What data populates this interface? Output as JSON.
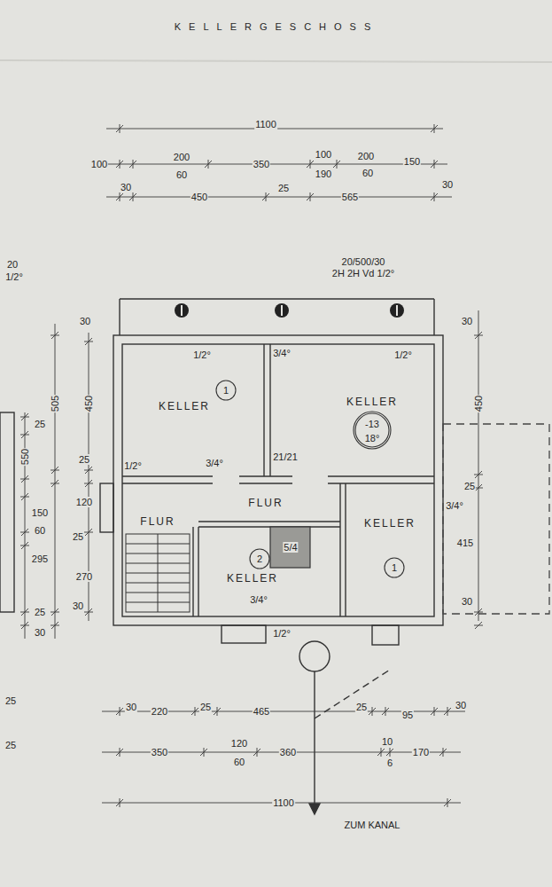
{
  "diagram": {
    "title": "KELLERGESCHOSS",
    "nodes": [
      {
        "text": [
          "KELLER"
        ]
      },
      {
        "text": [
          "KELLER"
        ]
      },
      {
        "text": [
          "FLUR"
        ]
      },
      {
        "text": [
          "FLUR"
        ]
      },
      {
        "text": [
          "KELLER"
        ]
      },
      {
        "text": [
          "KELLER"
        ]
      }
    ],
    "labels": [
      "1100",
      "100",
      "200",
      "60",
      "350",
      "100",
      "190",
      "200",
      "60",
      "150",
      "30",
      "450",
      "25",
      "565",
      "30",
      "20/500/30",
      "2H 2H Vd 1/2°",
      "20",
      "1/2°",
      "30",
      "505",
      "450",
      "25",
      "25",
      "550",
      "150",
      "120",
      "60",
      "25",
      "295",
      "270",
      "25",
      "30",
      "30",
      "25",
      "25",
      "30",
      "450",
      "25",
      "415",
      "30",
      "30",
      "220",
      "25",
      "465",
      "25",
      "95",
      "30",
      "350",
      "120",
      "60",
      "360",
      "10",
      "6",
      "170",
      "1100",
      "ZUM KANAL",
      "1",
      "-13",
      "18°",
      "2",
      "1",
      "5/4",
      "1/2°",
      "3/4°",
      "21/21",
      "3/4°",
      "1/2°",
      "3/4°",
      "1/2°",
      "1/2°",
      "3/4°"
    ]
  }
}
